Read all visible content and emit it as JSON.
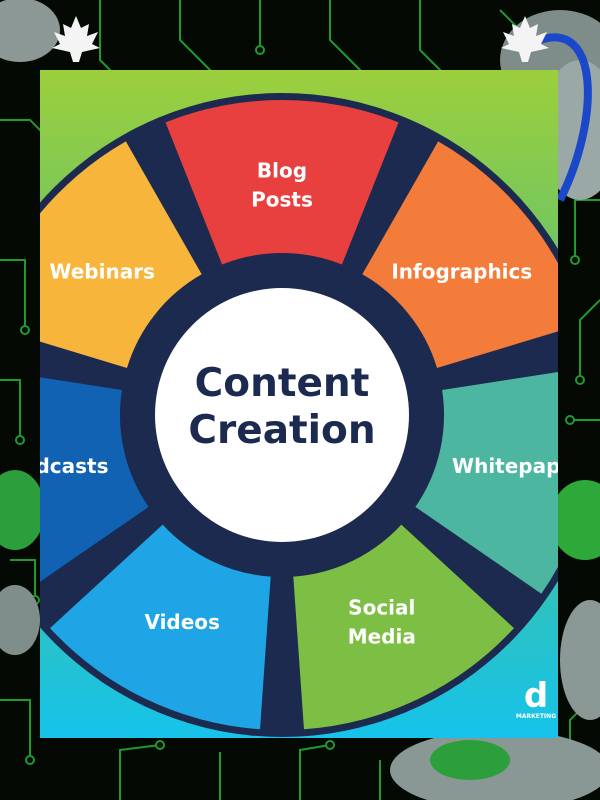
{
  "diagram": {
    "center_lines": [
      "Content",
      "Creation"
    ],
    "segments": [
      {
        "key": "blog",
        "lines": [
          "Blog",
          "Posts"
        ],
        "color": "#e8403f"
      },
      {
        "key": "infographics",
        "lines": [
          "Infographics"
        ],
        "color": "#f47c3a"
      },
      {
        "key": "whitepapers",
        "lines": [
          "Whitepap"
        ],
        "color": "#4db6a1"
      },
      {
        "key": "social",
        "lines": [
          "Social",
          "Media"
        ],
        "color": "#7cbf44"
      },
      {
        "key": "videos",
        "lines": [
          "Videos"
        ],
        "color": "#1fa5e6"
      },
      {
        "key": "podcasts",
        "lines": [
          "Podcasts"
        ],
        "color": "#1262b3"
      },
      {
        "key": "webinars",
        "lines": [
          "Webinars"
        ],
        "color": "#f7b53b"
      }
    ],
    "ring_color": "#1b2a4e"
  },
  "brand": {
    "letter": "d",
    "caption": "MARKETING"
  },
  "decor": {
    "leaf_icon": "maple-leaf-icon",
    "bg_theme": "circuit-board"
  }
}
